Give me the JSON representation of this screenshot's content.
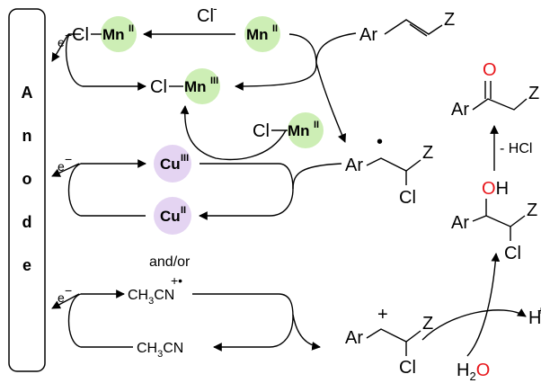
{
  "anode": {
    "letters": [
      "A",
      "n",
      "o",
      "d",
      "e"
    ]
  },
  "colors": {
    "mn_circle": "#cdeeb5",
    "cu_circle": "#e4d4f2",
    "oxygen_red": "#e8161b",
    "anode_border": "#000000"
  },
  "mn_cycle": {
    "cl_left": "Cl",
    "mn": "Mn",
    "ox_ii": "II",
    "ox_iii": "III",
    "cl_minus": "Cl",
    "minus": "-",
    "electron": "e",
    "electron_charge": "−"
  },
  "cu_cycle": {
    "cu": "Cu",
    "ox_iii": "III",
    "ox_ii": "II",
    "electron": "e",
    "electron_charge": "−",
    "and_or": "and/or"
  },
  "acn_cycle": {
    "ch3cn_rad": "CH",
    "sub3": "3",
    "cn": "CN",
    "rad_charge": "+•",
    "ch3cn": "CH",
    "electron": "e",
    "electron_charge": "−"
  },
  "species": {
    "ar": "Ar",
    "z": "Z",
    "cl": "Cl",
    "o": "O",
    "h": "H",
    "minus_hcl": "- HCl",
    "plus": "+",
    "radical_dot": "•",
    "water_h": "H",
    "water_sub": "2",
    "water_o": "O",
    "proton": "H",
    "proton_charge": "+"
  },
  "icons": [
    "anode-electrode",
    "manganese-catalyst",
    "copper-catalyst",
    "curved-arrow"
  ]
}
